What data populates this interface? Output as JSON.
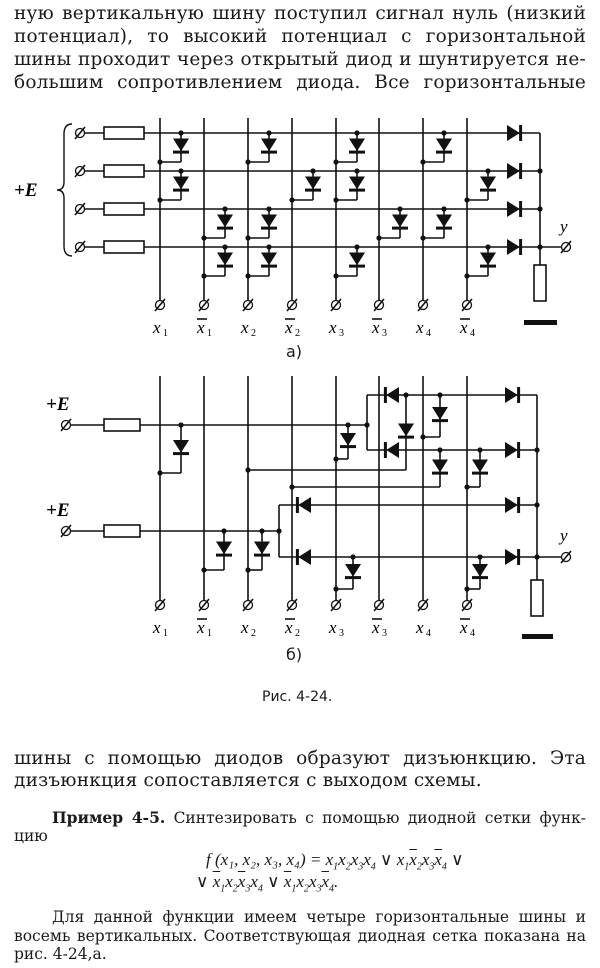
{
  "top_paragraph": [
    "ную вертикальную шину поступил сигнал нуль (низкий",
    "потенциал), то высокий потенциал с горизонтальной",
    "шины проходит через открытый диод и шунтируется не-",
    "большим сопротивлением диода. Все горизонтальные"
  ],
  "figure": {
    "supply_label": "+E",
    "output_label": "y",
    "column_labels": [
      {
        "v": "x",
        "s": "1",
        "neg": false
      },
      {
        "v": "x",
        "s": "1",
        "neg": true
      },
      {
        "v": "x",
        "s": "2",
        "neg": false
      },
      {
        "v": "x",
        "s": "2",
        "neg": true
      },
      {
        "v": "x",
        "s": "3",
        "neg": false
      },
      {
        "v": "x",
        "s": "3",
        "neg": true
      },
      {
        "v": "x",
        "s": "4",
        "neg": false
      },
      {
        "v": "x",
        "s": "4",
        "neg": true
      }
    ],
    "sub_a": "а)",
    "sub_b": "б)",
    "caption": "Рис. 4-24."
  },
  "mid_paragraph": [
    "шины с помощью диодов образуют дизъюнкцию. Эта",
    "дизъюнкция сопоставляется с выходом схемы."
  ],
  "example": {
    "title": "Пример 4-5.",
    "text_line1": "Синтезировать с помощью диодной сетки функ-",
    "text_line2": "цию",
    "formula_lhs": "f (x₁,  x₂,  x₃,  x₄) =",
    "terms": [
      [
        [
          1,
          false
        ],
        [
          2,
          false
        ],
        [
          3,
          false
        ],
        [
          4,
          false
        ]
      ],
      [
        [
          1,
          false
        ],
        [
          2,
          true
        ],
        [
          3,
          false
        ],
        [
          4,
          true
        ]
      ],
      [
        [
          1,
          true
        ],
        [
          2,
          false
        ],
        [
          3,
          true
        ],
        [
          4,
          false
        ]
      ],
      [
        [
          1,
          true
        ],
        [
          2,
          false
        ],
        [
          3,
          false
        ],
        [
          4,
          true
        ]
      ]
    ],
    "or_symbol": "∨"
  },
  "bottom_paragraph": [
    "Для данной функции имеем четыре горизонтальные шины и",
    "восемь вертикальных. Соответствующая диодная сетка показана на",
    "рис. 4-24,а."
  ]
}
